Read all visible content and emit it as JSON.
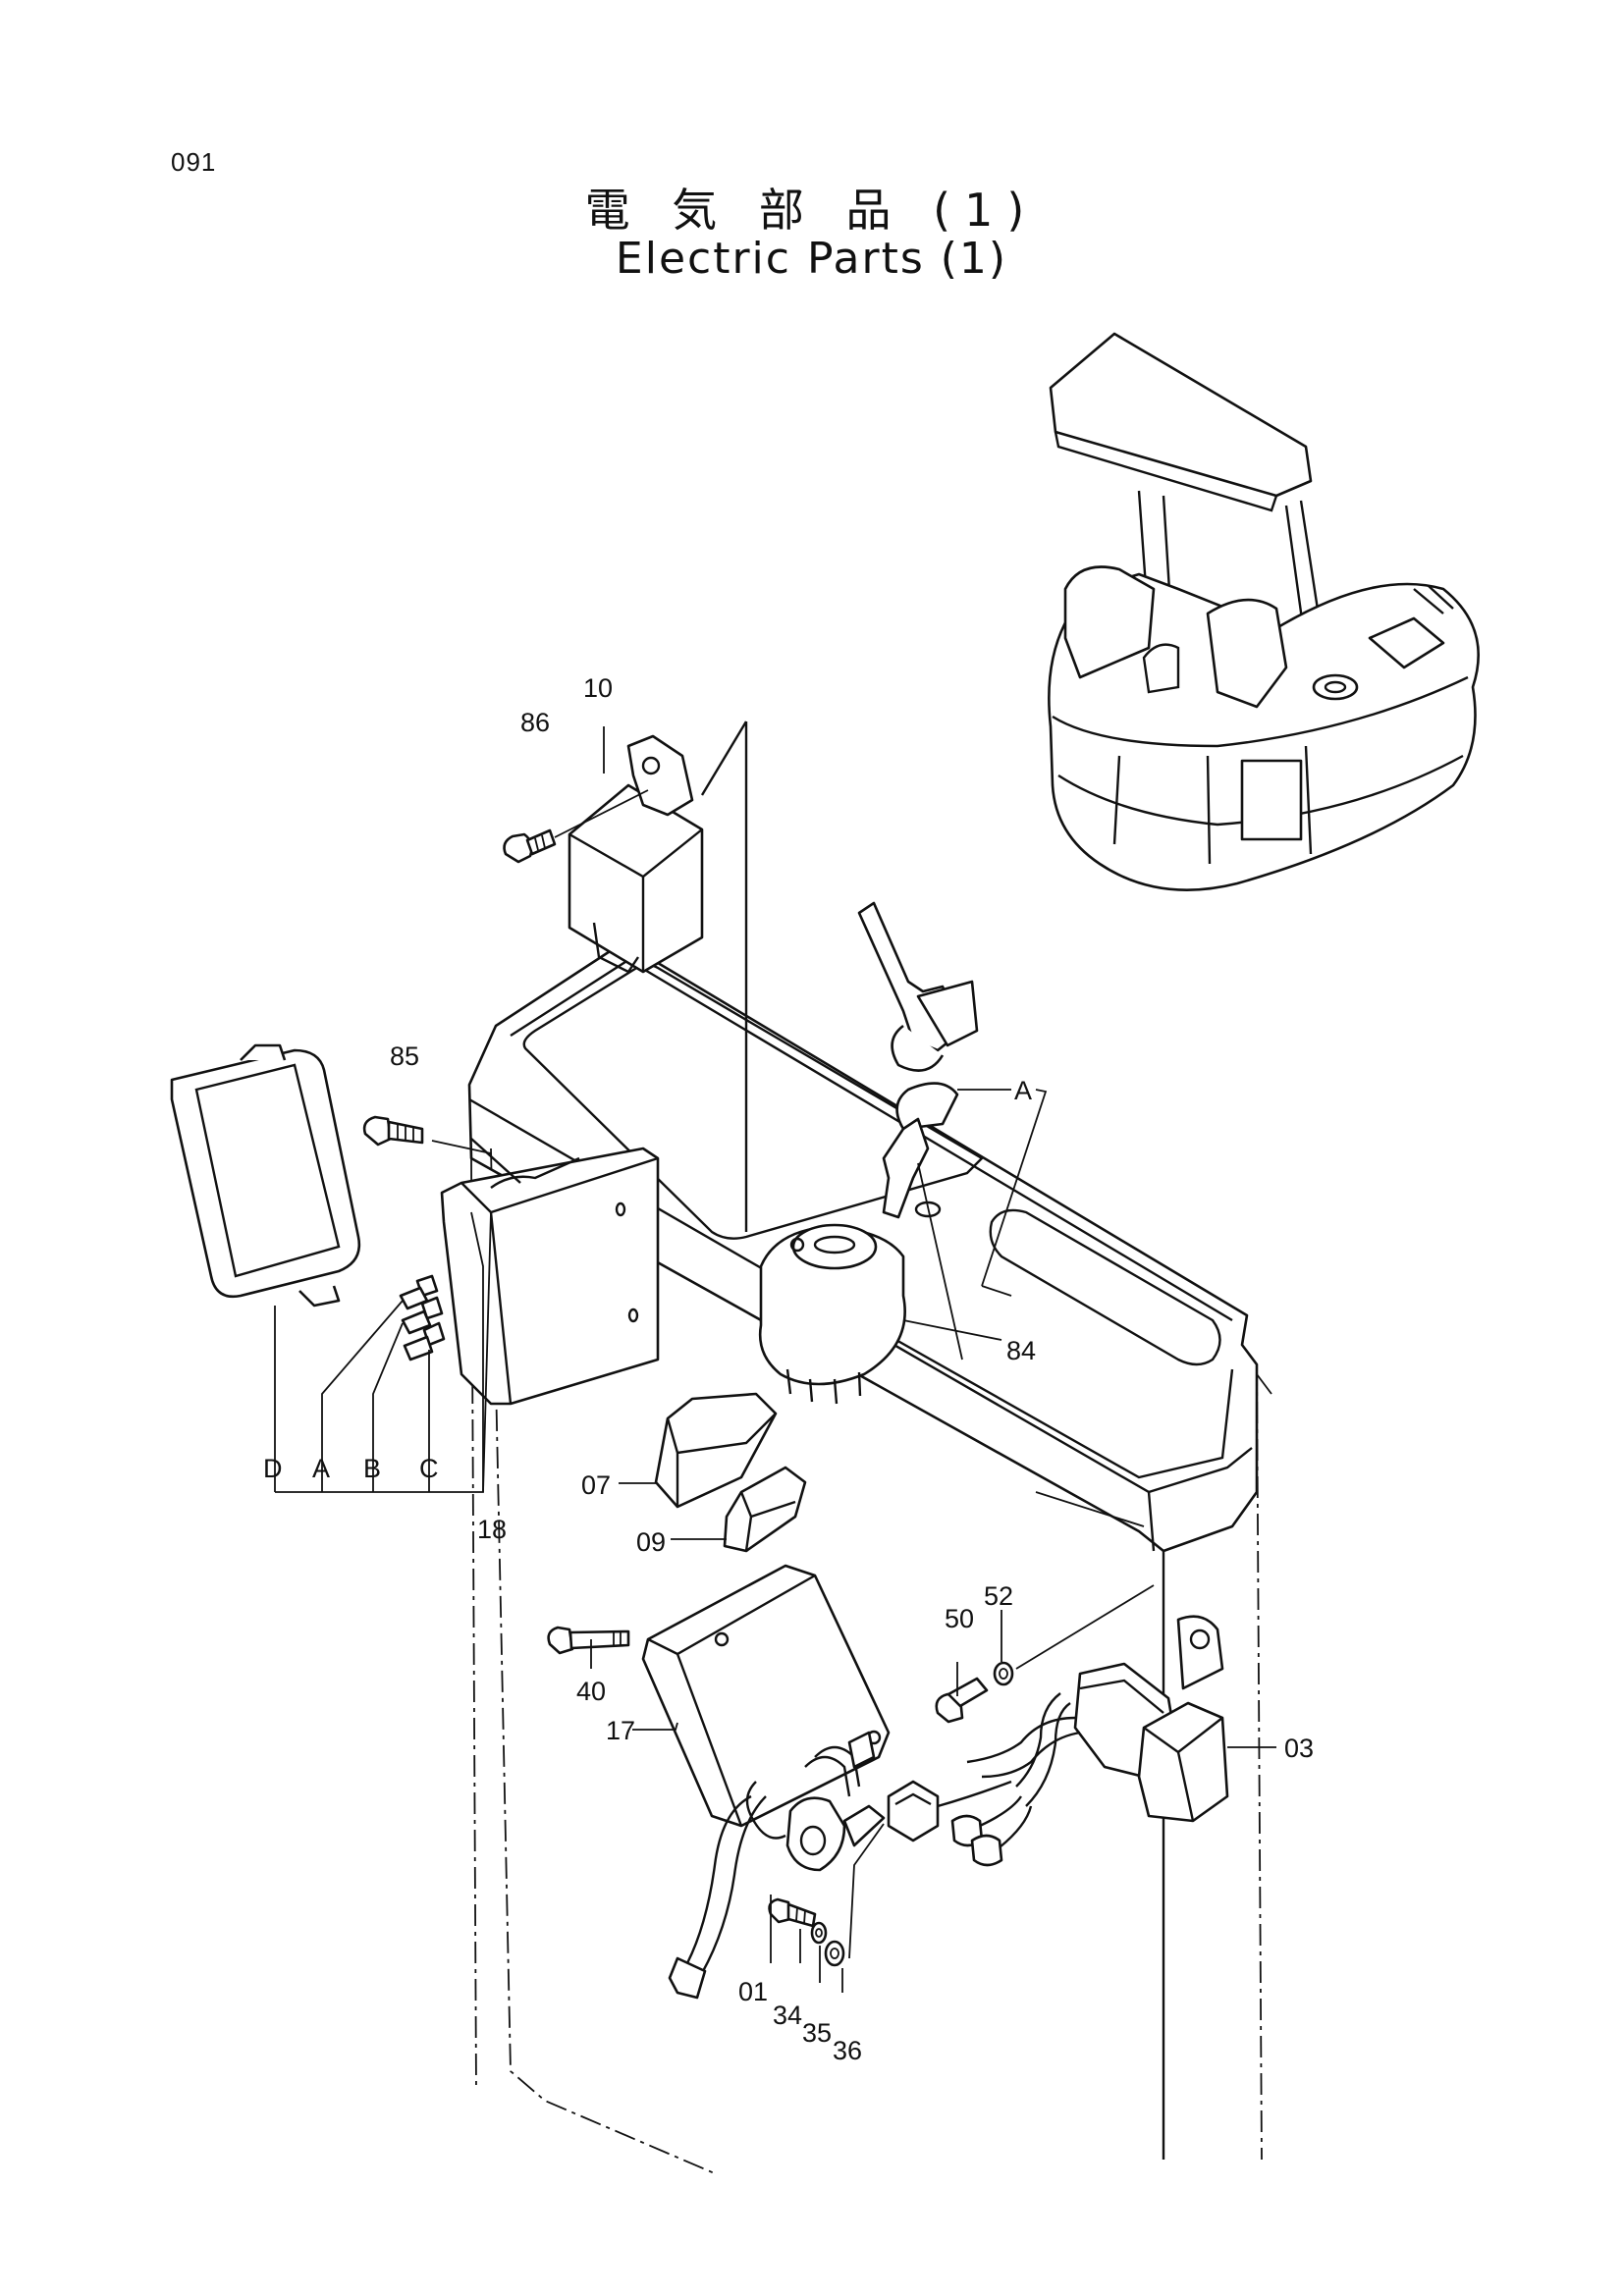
{
  "page": {
    "number": "091"
  },
  "title": {
    "japanese": "電 気 部 品 (1)",
    "english": "Electric Parts (1)"
  },
  "callouts": [
    {
      "id": "10",
      "text": "10"
    },
    {
      "id": "86",
      "text": "86"
    },
    {
      "id": "85",
      "text": "85"
    },
    {
      "id": "A-key",
      "text": "A"
    },
    {
      "id": "84",
      "text": "84"
    },
    {
      "id": "D",
      "text": "D"
    },
    {
      "id": "A",
      "text": "A"
    },
    {
      "id": "B",
      "text": "B"
    },
    {
      "id": "C",
      "text": "C"
    },
    {
      "id": "18",
      "text": "18"
    },
    {
      "id": "07",
      "text": "07"
    },
    {
      "id": "09",
      "text": "09"
    },
    {
      "id": "40",
      "text": "40"
    },
    {
      "id": "17",
      "text": "17"
    },
    {
      "id": "50",
      "text": "50"
    },
    {
      "id": "52",
      "text": "52"
    },
    {
      "id": "03",
      "text": "03"
    },
    {
      "id": "01",
      "text": "01"
    },
    {
      "id": "34",
      "text": "34"
    },
    {
      "id": "35",
      "text": "35"
    },
    {
      "id": "36",
      "text": "36"
    }
  ]
}
